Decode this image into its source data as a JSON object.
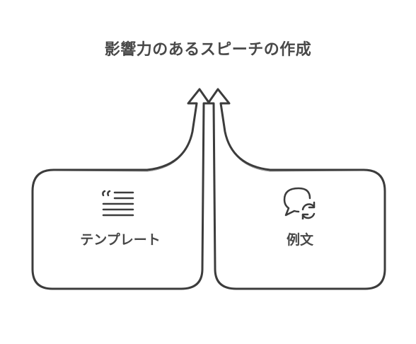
{
  "title": "影響力のあるスピーチの作成",
  "nodes": [
    {
      "label": "テンプレート",
      "icon": "template-icon"
    },
    {
      "label": "例文",
      "icon": "example-chat-icon"
    }
  ],
  "colors": {
    "stroke": "#3c3c3c",
    "text": "#484848",
    "background": "#ffffff"
  }
}
